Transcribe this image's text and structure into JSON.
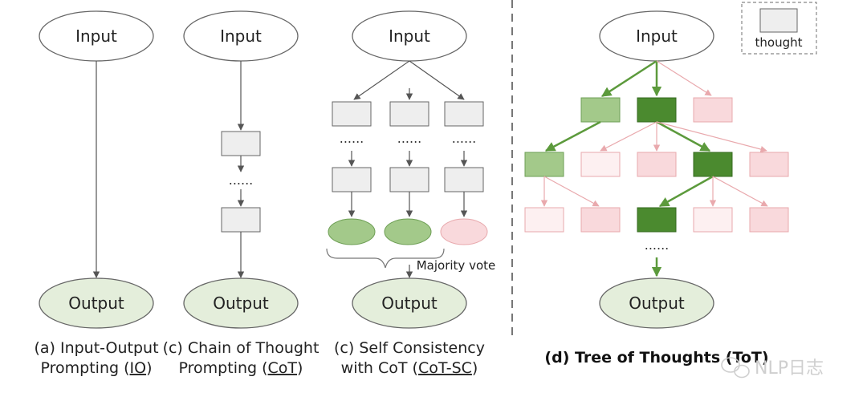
{
  "labels": {
    "input": "Input",
    "output": "Output",
    "dots": "......",
    "thought": "thought",
    "majority_vote": "Majority vote"
  },
  "captions": {
    "io_line1": "(a) Input-Output",
    "io_line2_pre": "Prompting (",
    "io_abbr": "IO",
    "io_close": ")",
    "cot_line1": "(c) Chain of Thought",
    "cot_line2_pre": "Prompting (",
    "cot_abbr": "CoT",
    "cot_close": ")",
    "cotsc_line1": "(c) Self Consistency",
    "cotsc_line2_pre": "with CoT (",
    "cotsc_abbr": "CoT-SC",
    "cotsc_close": ")",
    "tot_pre": "(d) Tree of Thoughts (",
    "tot_abbr": "ToT",
    "tot_close": ")"
  },
  "watermark": "NLP日志",
  "colors": {
    "node_fill": "#e4eedb",
    "box_gray": "#eeeeee",
    "dark_green": "#4b8a2f",
    "light_green": "#a3c98a",
    "pink": "#f9d9dc",
    "pink_light": "#fdf0f1",
    "pink_stroke": "#e8a9ad",
    "arrow_gray": "#555555",
    "arrow_green": "#5c9a3c",
    "arrow_pink": "#e9a9ad"
  }
}
